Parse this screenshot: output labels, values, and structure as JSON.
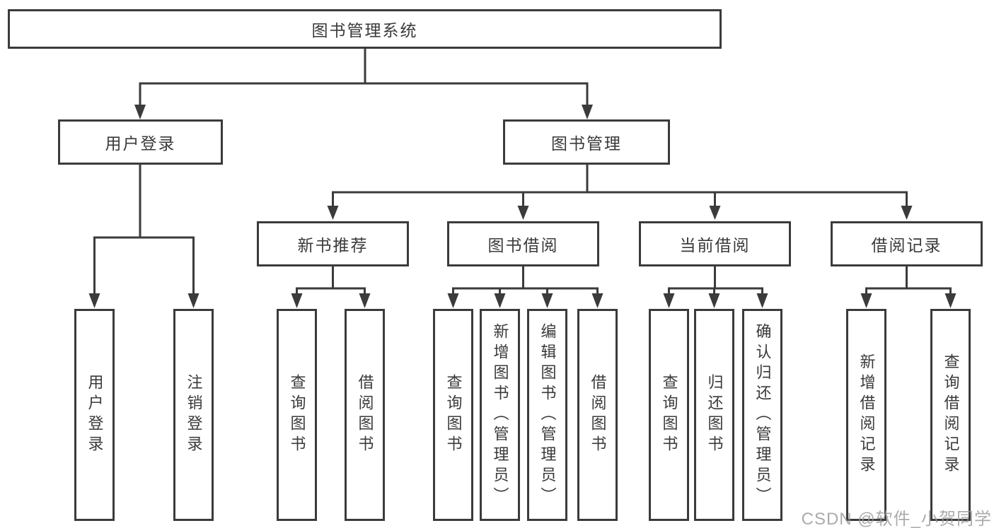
{
  "tree": {
    "label": "图书管理系统",
    "children": [
      {
        "label": "用户登录",
        "children": [
          {
            "label": "用户登录"
          },
          {
            "label": "注销登录"
          }
        ]
      },
      {
        "label": "图书管理",
        "children": [
          {
            "label": "新书推荐",
            "children": [
              {
                "label": "查询图书"
              },
              {
                "label": "借阅图书"
              }
            ]
          },
          {
            "label": "图书借阅",
            "children": [
              {
                "label": "查询图书"
              },
              {
                "label": "新增图书（管理员）"
              },
              {
                "label": "编辑图书（管理员）"
              },
              {
                "label": "借阅图书"
              }
            ]
          },
          {
            "label": "当前借阅",
            "children": [
              {
                "label": "查询图书"
              },
              {
                "label": "归还图书"
              },
              {
                "label": "确认归还（管理员）"
              }
            ]
          },
          {
            "label": "借阅记录",
            "children": [
              {
                "label": "新增借阅记录"
              },
              {
                "label": "查询借阅记录"
              }
            ]
          }
        ]
      }
    ]
  },
  "watermark": "CSDN @软件_小贺同学",
  "colors": {
    "line": "#3b3b3d",
    "box_border": "#3b3b3d",
    "text": "#3a3a3a",
    "watermark": "#969696",
    "background": "#ffffff"
  }
}
